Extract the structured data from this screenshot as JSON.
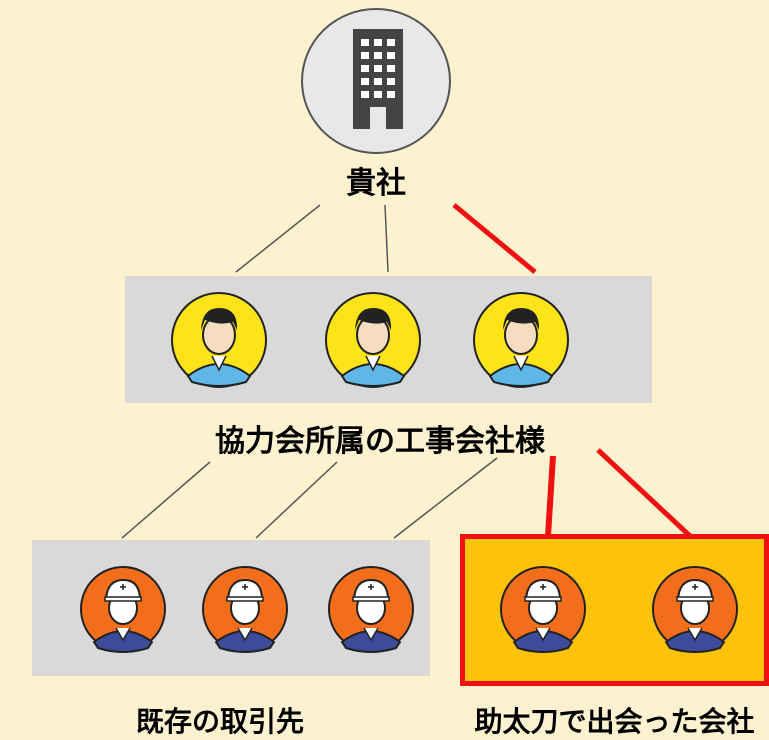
{
  "colors": {
    "background": "#fdf2d0",
    "panel_grey": "#d9d9d9",
    "panel_highlight": "#fdc20a",
    "highlight_red": "#f01010",
    "worker_circle": "#fde418",
    "builder_circle": "#f26e1b"
  },
  "top": {
    "label": "貴社",
    "icon": "office-building-icon"
  },
  "middle": {
    "label": "協力会所属の工事会社様",
    "icon": "worker-avatar-icon"
  },
  "bottom_left": {
    "label": "既存の取引先",
    "icon": "helmet-worker-icon"
  },
  "bottom_right": {
    "label": "助太刀で出会った会社",
    "icon": "helmet-worker-icon"
  }
}
